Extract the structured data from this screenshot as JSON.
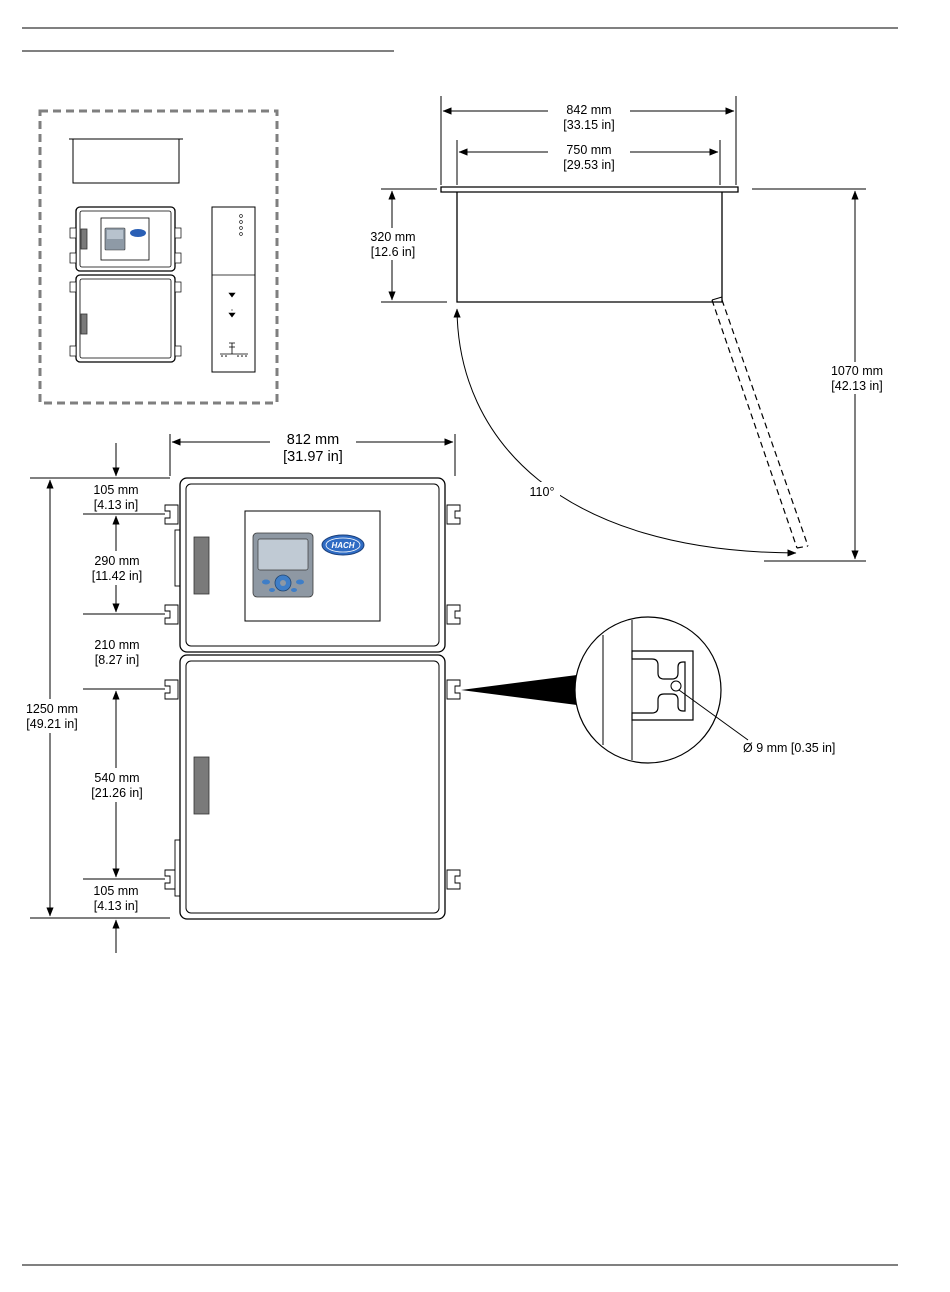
{
  "dimensions": {
    "top_outer_width": {
      "mm": "842 mm",
      "in": "[33.15 in]"
    },
    "top_inner_width": {
      "mm": "750 mm",
      "in": "[29.53 in]"
    },
    "depth": {
      "mm": "320 mm",
      "in": "[12.6 in]"
    },
    "swing_depth": {
      "mm": "1070 mm",
      "in": "[42.13 in]"
    },
    "door_angle": "110°",
    "front_width": {
      "mm": "812 mm",
      "in": "[31.97 in]"
    },
    "top_offset": {
      "mm": "105 mm",
      "in": "[4.13 in]"
    },
    "upper_spacing": {
      "mm": "290 mm",
      "in": "[11.42 in]"
    },
    "middle_spacing": {
      "mm": "210 mm",
      "in": "[8.27 in]"
    },
    "lower_spacing": {
      "mm": "540 mm",
      "in": "[21.26 in]"
    },
    "bottom_offset": {
      "mm": "105 mm",
      "in": "[4.13 in]"
    },
    "total_height": {
      "mm": "1250 mm",
      "in": "[49.21 in]"
    },
    "hole_diameter": "Ø 9 mm [0.35 in]"
  },
  "brand_logo": "HACH"
}
